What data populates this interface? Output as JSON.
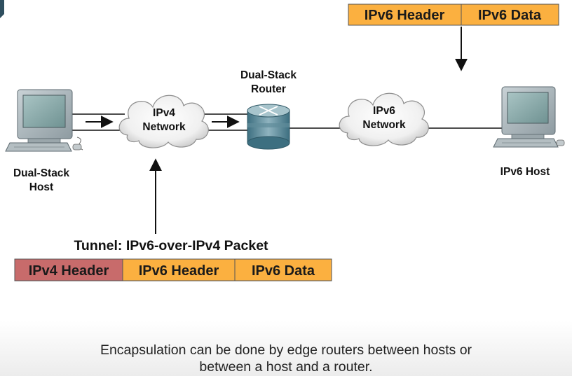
{
  "top_packet": {
    "header": "IPv6 Header",
    "data": "IPv6 Data"
  },
  "dual_stack_host": {
    "line1": "Dual-Stack",
    "line2": "Host"
  },
  "ipv4_cloud": {
    "line1": "IPv4",
    "line2": "Network"
  },
  "router": {
    "line1": "Dual-Stack",
    "line2": "Router"
  },
  "ipv6_cloud": {
    "line1": "IPv6",
    "line2": "Network"
  },
  "ipv6_host": {
    "label": "IPv6 Host"
  },
  "tunnel": {
    "title": "Tunnel: IPv6-over-IPv4 Packet",
    "ipv4_header": "IPv4 Header",
    "ipv6_header": "IPv6 Header",
    "ipv6_data": "IPv6 Data"
  },
  "caption": {
    "line1": "Encapsulation can be done by edge routers between hosts or",
    "line2": "between a host and a router."
  },
  "colors": {
    "ipv6_field": "#fbb040",
    "ipv4_field": "#c86b6b"
  }
}
